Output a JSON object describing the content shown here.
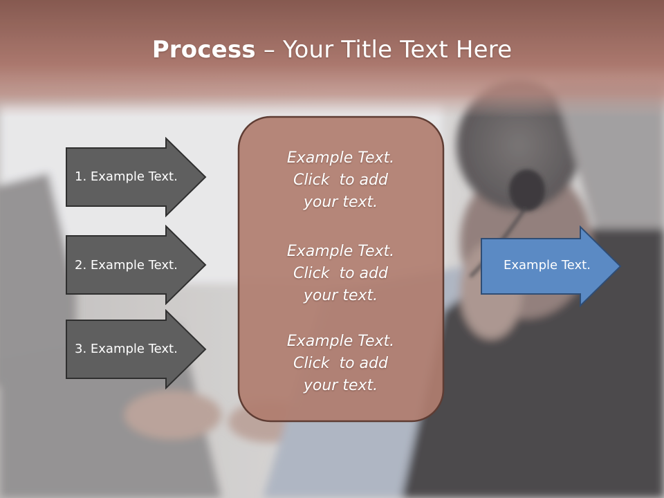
{
  "slide": {
    "title_bold": "Process",
    "title_rest": " – Your Title Text Here",
    "left_arrows": [
      {
        "label": "1. Example Text."
      },
      {
        "label": "2. Example Text."
      },
      {
        "label": "3. Example Text."
      }
    ],
    "center_box": {
      "blocks": [
        {
          "lines": [
            "Example Text.",
            "Click  to add",
            "your text."
          ]
        },
        {
          "lines": [
            "Example Text.",
            "Click  to add",
            "your text."
          ]
        },
        {
          "lines": [
            "Example Text.",
            "Click  to add",
            "your text."
          ]
        }
      ]
    },
    "right_arrow": {
      "label": "Example Text."
    }
  },
  "colors": {
    "header_band": "#8a5347",
    "center_box_fill": "#b07d6f",
    "center_box_border": "#5e3c33",
    "left_arrow_fill": "#5f5f5f",
    "right_arrow_fill": "#5b8ac4"
  }
}
